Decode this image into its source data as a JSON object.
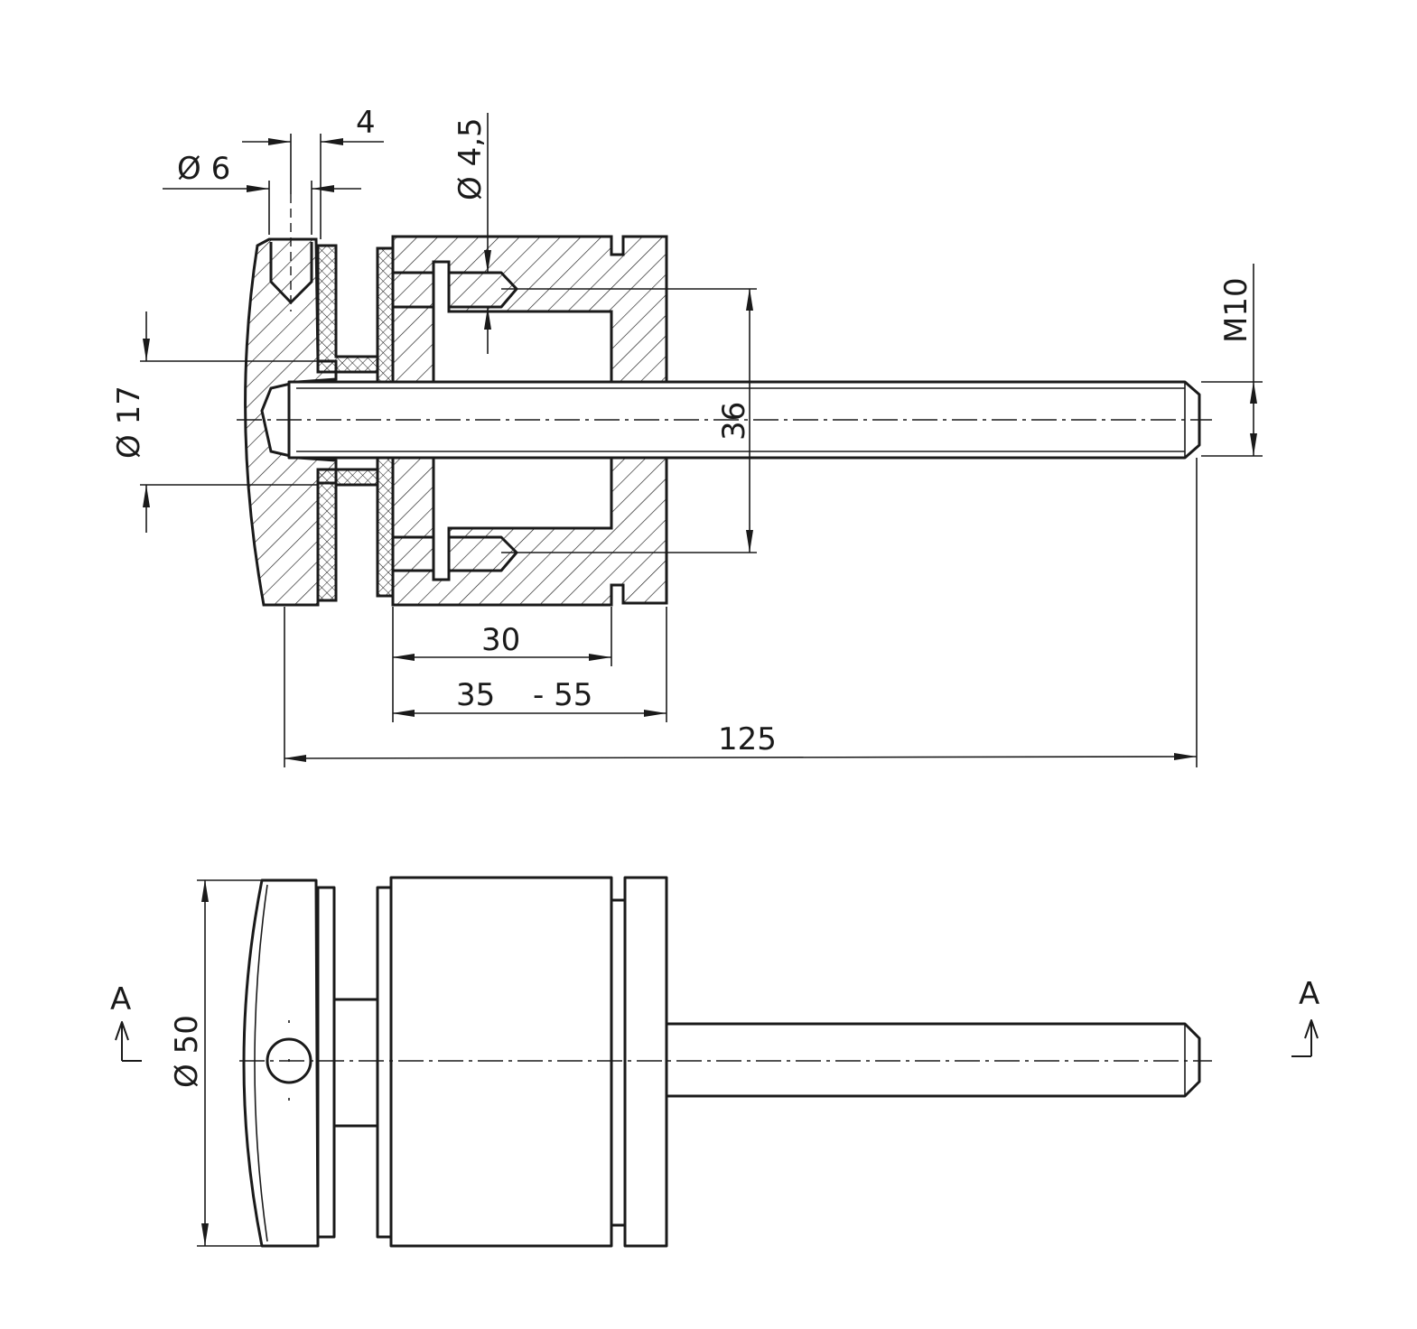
{
  "drawing": {
    "dimensions": {
      "slot_width": "4",
      "hole_diameter": "Ø 6",
      "screw_hole_diameter": "Ø 4,5",
      "thread": "M10",
      "neck_diameter": "Ø 17",
      "bolt_circle": "36",
      "body_length": "30",
      "glass_range_min": "35",
      "glass_range_max": "- 55",
      "overall_length": "125",
      "cap_diameter": "Ø 50"
    },
    "section_marks": {
      "left": "A",
      "right": "A"
    }
  }
}
